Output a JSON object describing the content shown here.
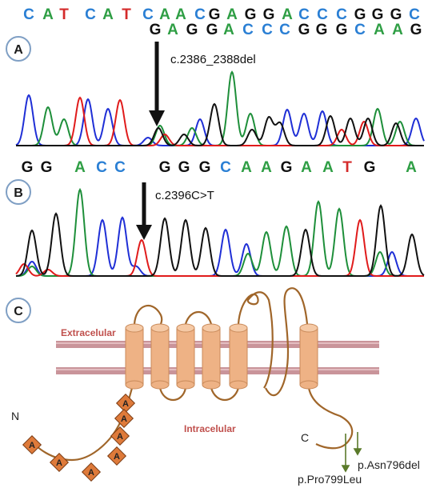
{
  "panel_a": {
    "letter": "A",
    "seq_top": [
      "C",
      "A",
      "T",
      "C",
      "A",
      "T",
      "C",
      "A",
      "A",
      "C",
      "G",
      "A",
      "G",
      "G",
      "A",
      "C",
      "C",
      "C",
      "G",
      "G",
      "G",
      "C"
    ],
    "seq_bottom": [
      "G",
      "A",
      "G",
      "G",
      "A",
      "C",
      "C",
      "C",
      "G",
      "G",
      "G",
      "C",
      "A",
      "A",
      "G"
    ],
    "annotation": "c.2386_2388del"
  },
  "panel_b": {
    "letter": "B",
    "seq": [
      "G",
      "G",
      "A",
      "C",
      "C",
      "G",
      "G",
      "G",
      "C",
      "A",
      "A",
      "G",
      "A",
      "A",
      "T",
      "G",
      "A"
    ],
    "annotation": "c.2396C>T"
  },
  "panel_c": {
    "letter": "C",
    "extracellular_label": "Extracelular",
    "intracellular_label": "Intracelular",
    "n_terminus": "N",
    "c_terminus": "C",
    "glyco_label": "A",
    "variant_1": "p.Asn796del",
    "variant_2": "p.Pro799Leu"
  },
  "colors": {
    "A": "#2e9e44",
    "C": "#2a7fd4",
    "G": "#111111",
    "T": "#d42a2a",
    "trace_blue": "#1f2fd6",
    "trace_green": "#1e8f3a",
    "trace_red": "#e01b1b",
    "trace_black": "#111111",
    "membrane": "#c9949a",
    "helix": "#eeb285",
    "helix_stroke": "#c98a5a",
    "loop": "#a0662a",
    "glyco": "#de7a3a",
    "variant_arrow": "#5a7a2a"
  }
}
